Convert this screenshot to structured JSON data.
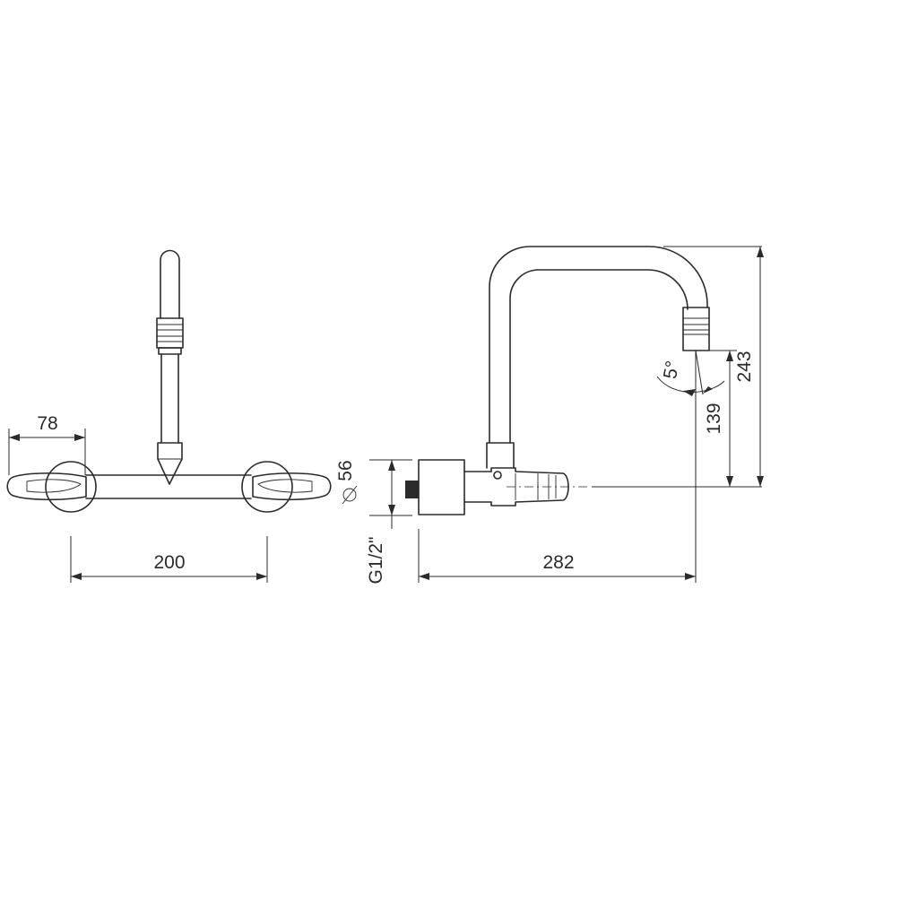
{
  "dimensions": {
    "handle_reach": "78",
    "centers": "200",
    "rosette_diameter": "56",
    "thread": "G1/2\"",
    "projection": "282",
    "outlet_height": "139",
    "spout_height": "243",
    "outlet_angle": "5°"
  }
}
